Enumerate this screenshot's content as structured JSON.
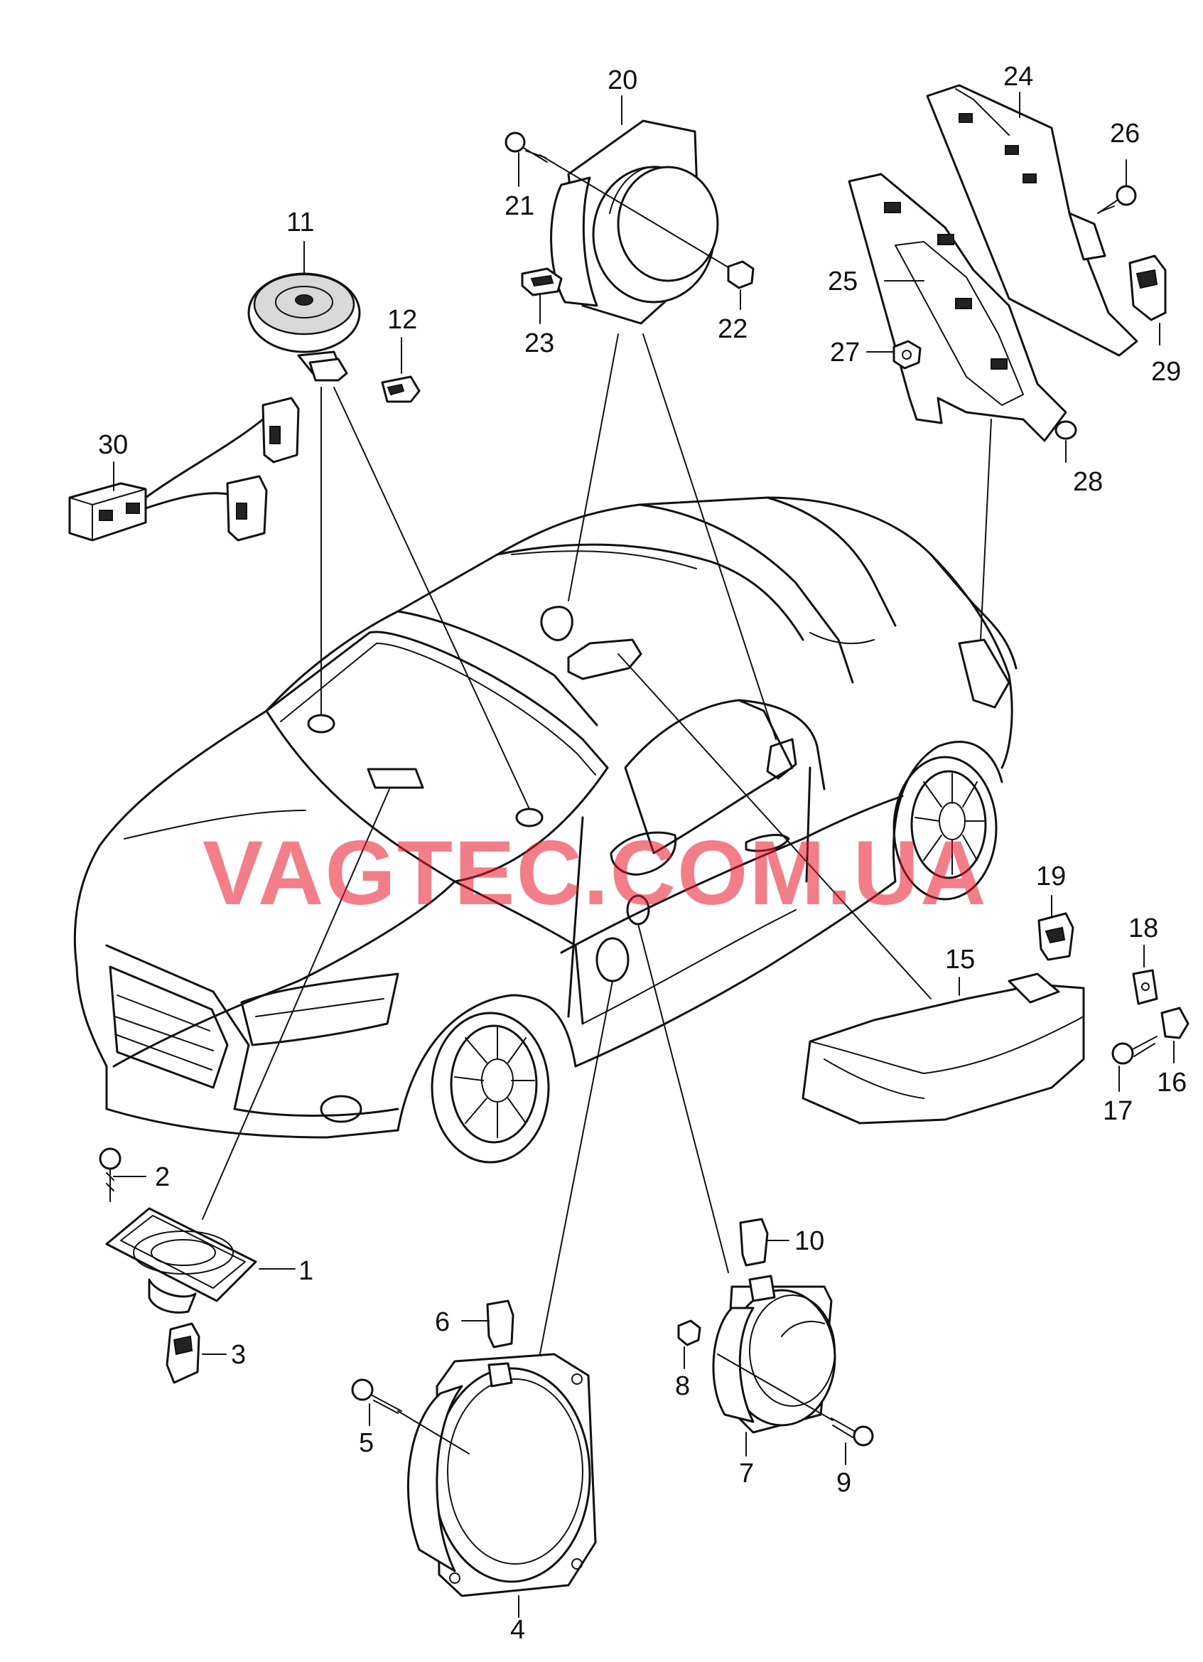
{
  "watermark": {
    "text": "VAGTEC.COM.UA",
    "color": "#e8152a"
  },
  "labels": [
    {
      "id": "1",
      "text": "1"
    },
    {
      "id": "2",
      "text": "2"
    },
    {
      "id": "3",
      "text": "3"
    },
    {
      "id": "4",
      "text": "4"
    },
    {
      "id": "5",
      "text": "5"
    },
    {
      "id": "6",
      "text": "6"
    },
    {
      "id": "7",
      "text": "7"
    },
    {
      "id": "8",
      "text": "8"
    },
    {
      "id": "9",
      "text": "9"
    },
    {
      "id": "10",
      "text": "10"
    },
    {
      "id": "11",
      "text": "11"
    },
    {
      "id": "12",
      "text": "12"
    },
    {
      "id": "15",
      "text": "15"
    },
    {
      "id": "16",
      "text": "16"
    },
    {
      "id": "17",
      "text": "17"
    },
    {
      "id": "18",
      "text": "18"
    },
    {
      "id": "19",
      "text": "19"
    },
    {
      "id": "20",
      "text": "20"
    },
    {
      "id": "21",
      "text": "21"
    },
    {
      "id": "22",
      "text": "22"
    },
    {
      "id": "23",
      "text": "23"
    },
    {
      "id": "24",
      "text": "24"
    },
    {
      "id": "25",
      "text": "25"
    },
    {
      "id": "26",
      "text": "26"
    },
    {
      "id": "27",
      "text": "27"
    },
    {
      "id": "28",
      "text": "28"
    },
    {
      "id": "29",
      "text": "29"
    },
    {
      "id": "30",
      "text": "30"
    }
  ]
}
